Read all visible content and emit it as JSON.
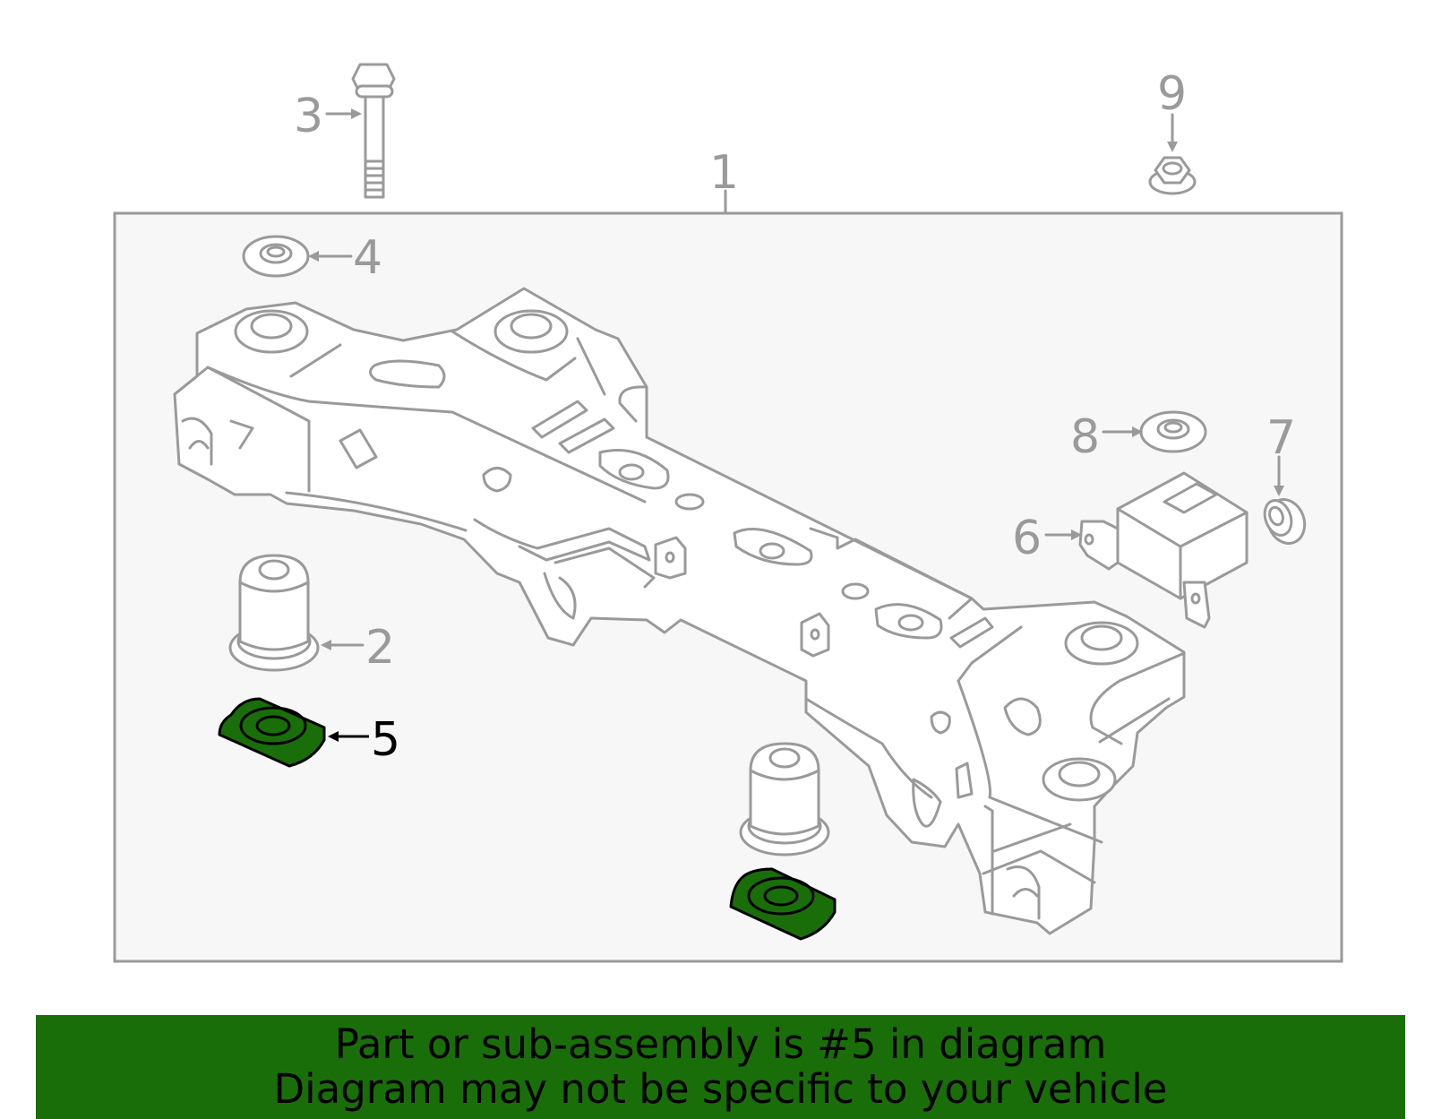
{
  "diagram": {
    "callouts": [
      {
        "id": "1",
        "label": "1"
      },
      {
        "id": "2",
        "label": "2"
      },
      {
        "id": "3",
        "label": "3"
      },
      {
        "id": "4",
        "label": "4"
      },
      {
        "id": "5",
        "label": "5"
      },
      {
        "id": "6",
        "label": "6"
      },
      {
        "id": "7",
        "label": "7"
      },
      {
        "id": "8",
        "label": "8"
      },
      {
        "id": "9",
        "label": "9"
      }
    ],
    "highlighted_part": "5",
    "highlight_color": "#1a6e0a",
    "line_color": "#9a9a9a",
    "panel_color": "#f7f7f7"
  },
  "banner": {
    "line1": "Part or sub-assembly is #5 in diagram",
    "line2": "Diagram may not be specific to your vehicle",
    "color": "#1a6e0a"
  }
}
